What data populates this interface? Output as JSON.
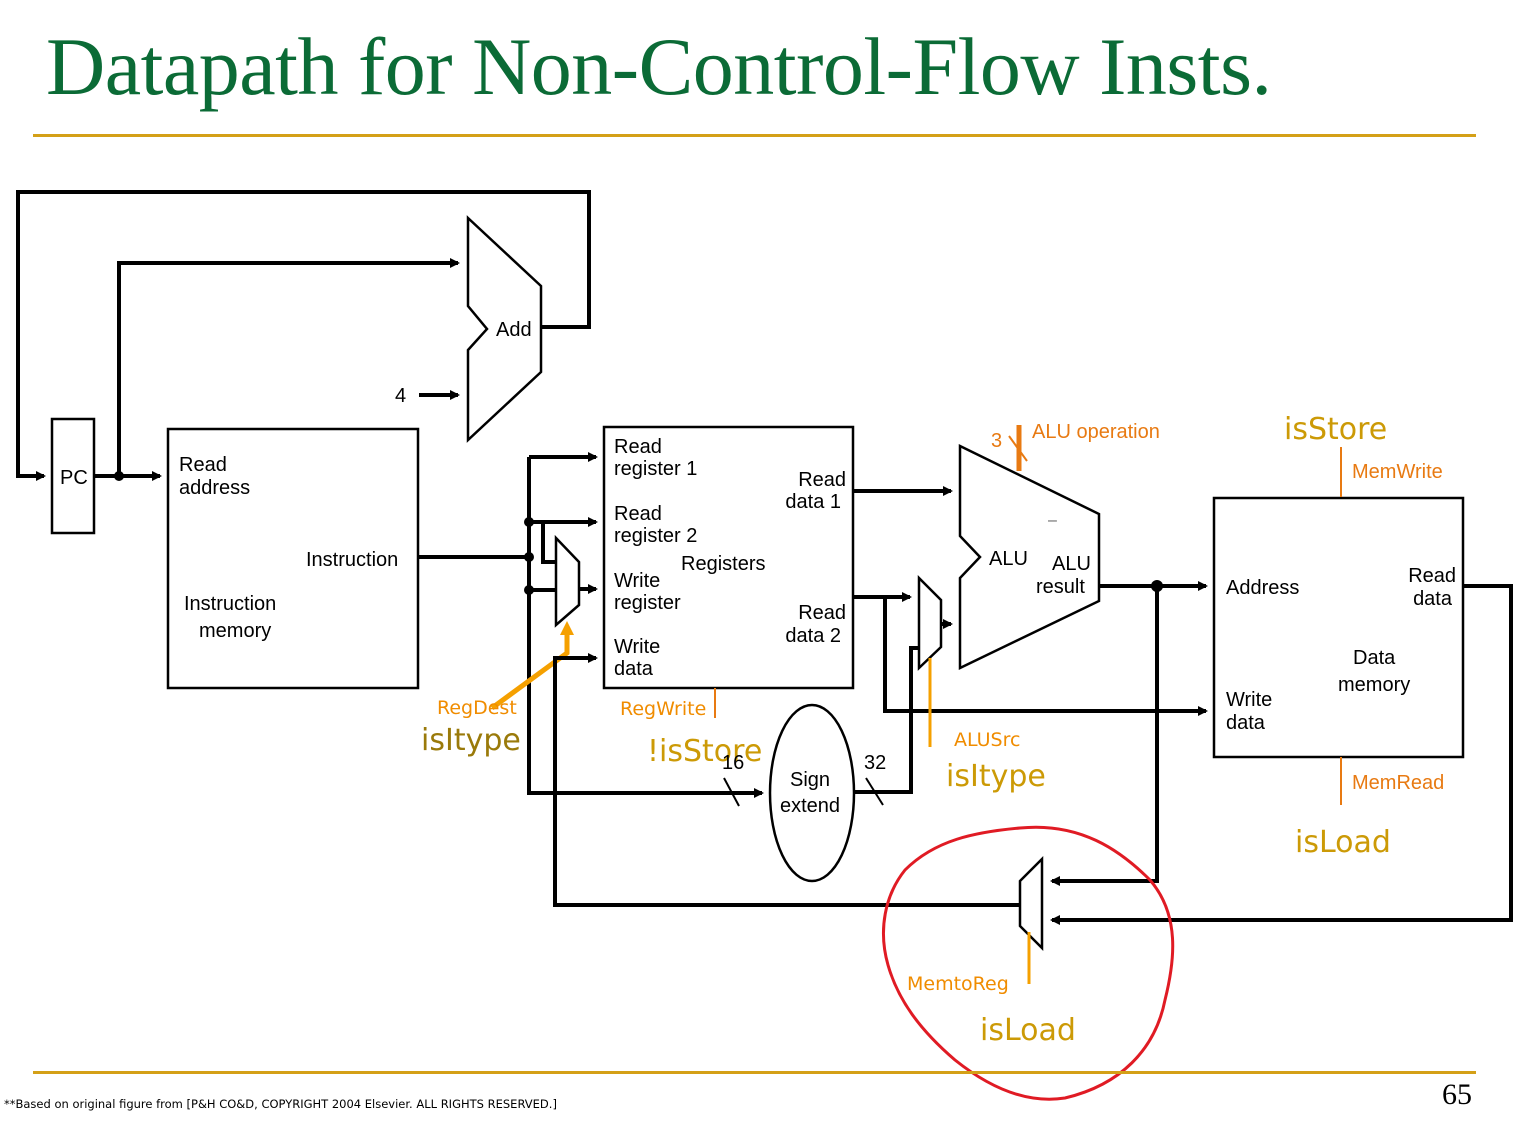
{
  "slide": {
    "title": "Datapath for Non-Control-Flow Insts.",
    "page_number": "65",
    "footnote": "**Based on original figure from [P&H CO&D, COPYRIGHT 2004 Elsevier. ALL RIGHTS RESERVED.]",
    "colors": {
      "title": "#0b6b36",
      "rule": "#d4a017",
      "control_signal": "#f08c00",
      "condition": "#cc9a06",
      "annotation_circle": "#e01b24"
    }
  },
  "diagram": {
    "components": {
      "pc": {
        "label": "PC"
      },
      "adder": {
        "label": "Add",
        "constant_input": "4"
      },
      "instruction_memory": {
        "port_in": [
          "Read",
          "address"
        ],
        "port_out": "Instruction",
        "name": [
          "Instruction",
          "memory"
        ]
      },
      "registers": {
        "name": "Registers",
        "read_register_1": [
          "Read",
          "register 1"
        ],
        "read_register_2": [
          "Read",
          "register 2"
        ],
        "write_register": [
          "Write",
          "register"
        ],
        "write_data": [
          "Write",
          "data"
        ],
        "read_data_1": [
          "Read",
          "data 1"
        ],
        "read_data_2": [
          "Read",
          "data 2"
        ]
      },
      "sign_extend": {
        "name": [
          "Sign",
          "extend"
        ],
        "input_width": "16",
        "output_width": "32"
      },
      "alu": {
        "name": "ALU",
        "result": [
          "ALU",
          "result"
        ],
        "op_width": "3",
        "dash": "–"
      },
      "data_memory": {
        "address": "Address",
        "write_data": [
          "Write",
          "data"
        ],
        "read_data": [
          "Read",
          "data"
        ],
        "name": [
          "Data",
          "memory"
        ]
      }
    },
    "control_signals": [
      {
        "signal": "RegDest",
        "condition": "isItype"
      },
      {
        "signal": "RegWrite",
        "condition": "!isStore"
      },
      {
        "signal": "ALUSrc",
        "condition": "isItype"
      },
      {
        "signal": "ALU operation",
        "condition": ""
      },
      {
        "signal": "MemWrite",
        "condition": "isStore"
      },
      {
        "signal": "MemRead",
        "condition": "isLoad"
      },
      {
        "signal": "MemtoReg",
        "condition": "isLoad"
      }
    ],
    "highlight": {
      "target": "MemtoReg mux",
      "style": "red freehand circle"
    }
  }
}
